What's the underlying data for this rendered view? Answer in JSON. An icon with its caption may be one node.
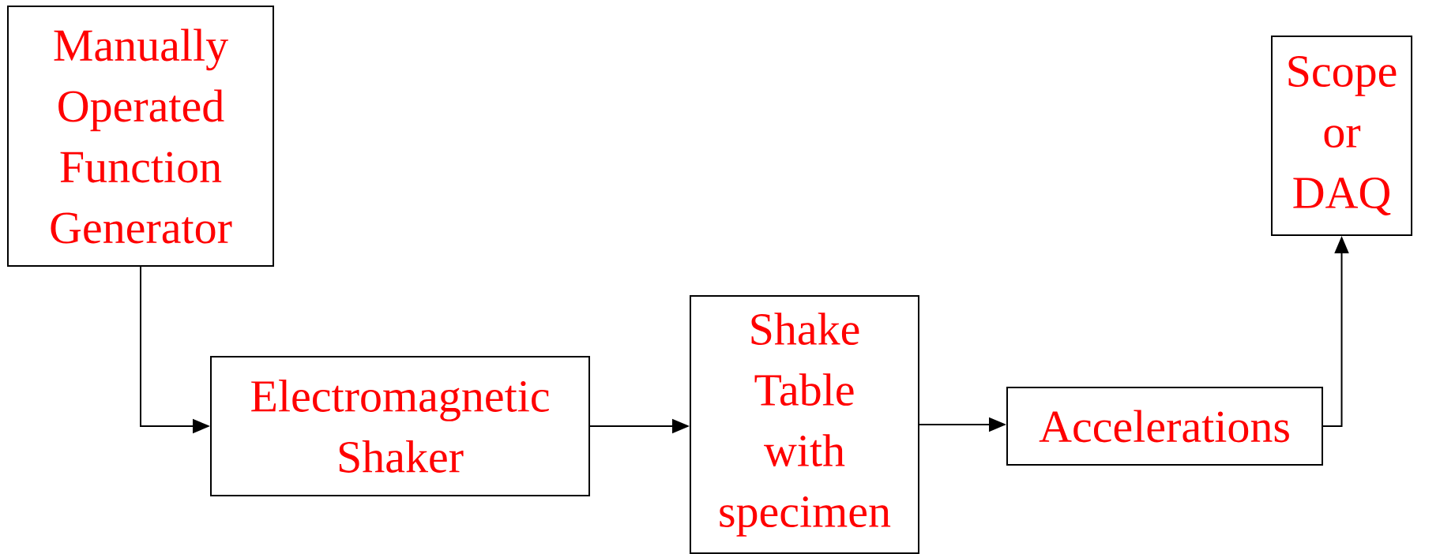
{
  "diagram": {
    "nodes": [
      {
        "text": [
          "Manually Operated Function Generator"
        ]
      },
      {
        "text": [
          "Electromagnetic Shaker"
        ]
      },
      {
        "text": [
          "Shake Table with specimen"
        ]
      },
      {
        "text": [
          "Accelerations"
        ]
      },
      {
        "text": [
          "Scope or DAQ"
        ]
      }
    ],
    "edges": [
      {
        "from": 0,
        "to": 1,
        "arrow": "to"
      },
      {
        "from": 1,
        "to": 2,
        "arrow": "to"
      },
      {
        "from": 2,
        "to": 3,
        "arrow": "to"
      },
      {
        "from": 3,
        "to": 4,
        "arrow": "to"
      }
    ]
  }
}
